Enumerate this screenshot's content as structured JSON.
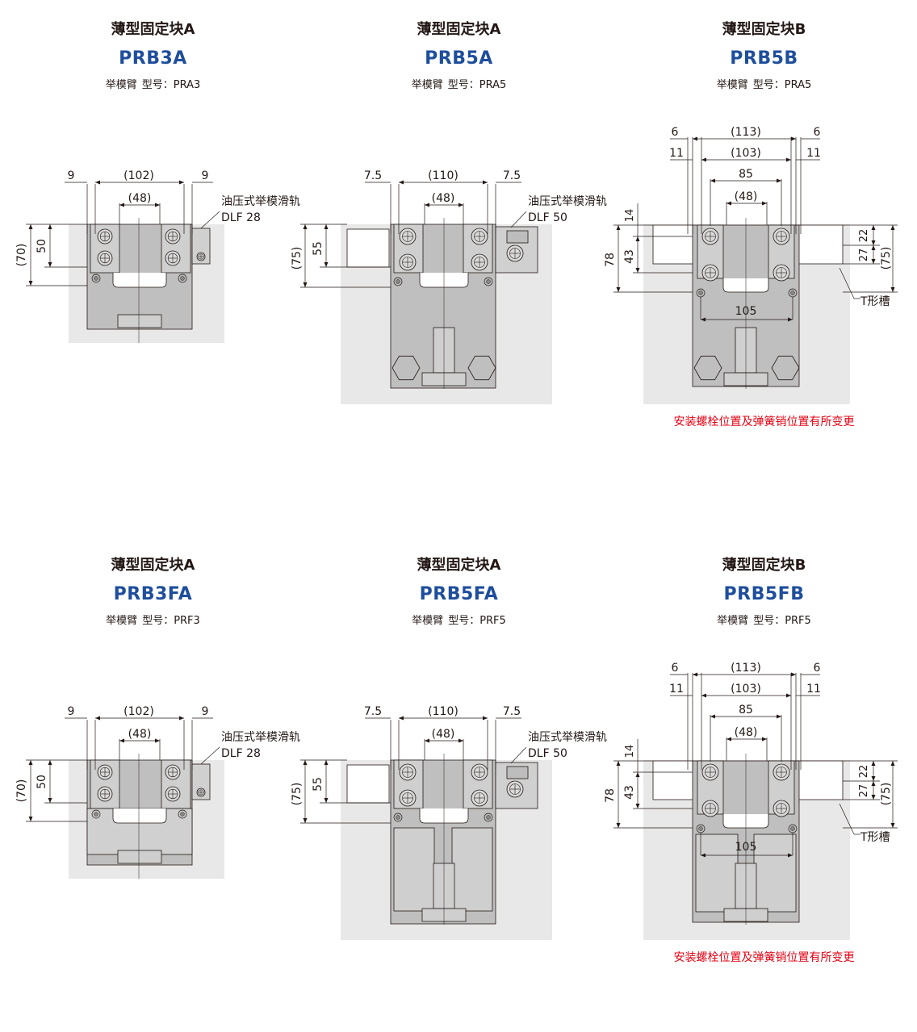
{
  "colors": {
    "title": "#231815",
    "code": "#1e4e9c",
    "warning": "#e60012",
    "background": "#e8e8e8",
    "body": "#bfbfbf",
    "line": "#231815"
  },
  "panels": [
    {
      "id": "prb3a",
      "variant": "A3",
      "subtitle": "薄型固定块A",
      "code": "PRB3A",
      "arm_label": "举模臂",
      "model_label": "型号：PRA3",
      "dims": {
        "left": "9",
        "center": "(102)",
        "right": "9",
        "inner": "(48)",
        "height_total": "(70)",
        "height": "50"
      },
      "rail": {
        "name": "油压式举模滑轨",
        "code": "DLF 28"
      }
    },
    {
      "id": "prb5a",
      "variant": "A5",
      "subtitle": "薄型固定块A",
      "code": "PRB5A",
      "arm_label": "举模臂",
      "model_label": "型号：PRA5",
      "dims": {
        "left": "7.5",
        "center": "(110)",
        "right": "7.5",
        "inner": "(48)",
        "height_total": "(75)",
        "height": "55"
      },
      "rail": {
        "name": "油压式举模滑轨",
        "code": "DLF 50"
      }
    },
    {
      "id": "prb5b",
      "variant": "B",
      "subtitle": "薄型固定块B",
      "code": "PRB5B",
      "arm_label": "举模臂",
      "model_label": "型号：PRA5",
      "dims": {
        "top_left": "6",
        "top_center": "(113)",
        "top_right": "6",
        "left": "11",
        "center": "(103)",
        "right": "11",
        "span": "85",
        "inner": "(48)",
        "h14": "14",
        "h78": "78",
        "h43": "43",
        "h22": "22",
        "h27": "27",
        "h75": "(75)",
        "bottom": "105"
      },
      "slot": "T形槽",
      "note": "安装螺栓位置及弹簧销位置有所变更"
    },
    {
      "id": "prb3fa",
      "variant": "A3",
      "subtitle": "薄型固定块A",
      "code": "PRB3FA",
      "arm_label": "举模臂",
      "model_label": "型号：PRF3",
      "dims": {
        "left": "9",
        "center": "(102)",
        "right": "9",
        "inner": "(48)",
        "height_total": "(70)",
        "height": "50"
      },
      "rail": {
        "name": "油压式举模滑轨",
        "code": "DLF 28"
      }
    },
    {
      "id": "prb5fa",
      "variant": "A5",
      "subtitle": "薄型固定块A",
      "code": "PRB5FA",
      "arm_label": "举模臂",
      "model_label": "型号：PRF5",
      "dims": {
        "left": "7.5",
        "center": "(110)",
        "right": "7.5",
        "inner": "(48)",
        "height_total": "(75)",
        "height": "55"
      },
      "rail": {
        "name": "油压式举模滑轨",
        "code": "DLF 50"
      }
    },
    {
      "id": "prb5fb",
      "variant": "B",
      "subtitle": "薄型固定块B",
      "code": "PRB5FB",
      "arm_label": "举模臂",
      "model_label": "型号：PRF5",
      "dims": {
        "top_left": "6",
        "top_center": "(113)",
        "top_right": "6",
        "left": "11",
        "center": "(103)",
        "right": "11",
        "span": "85",
        "inner": "(48)",
        "h14": "14",
        "h78": "78",
        "h43": "43",
        "h22": "22",
        "h27": "27",
        "h75": "(75)",
        "bottom": "105"
      },
      "slot": "T形槽",
      "note": "安装螺栓位置及弹簧销位置有所变更"
    }
  ]
}
